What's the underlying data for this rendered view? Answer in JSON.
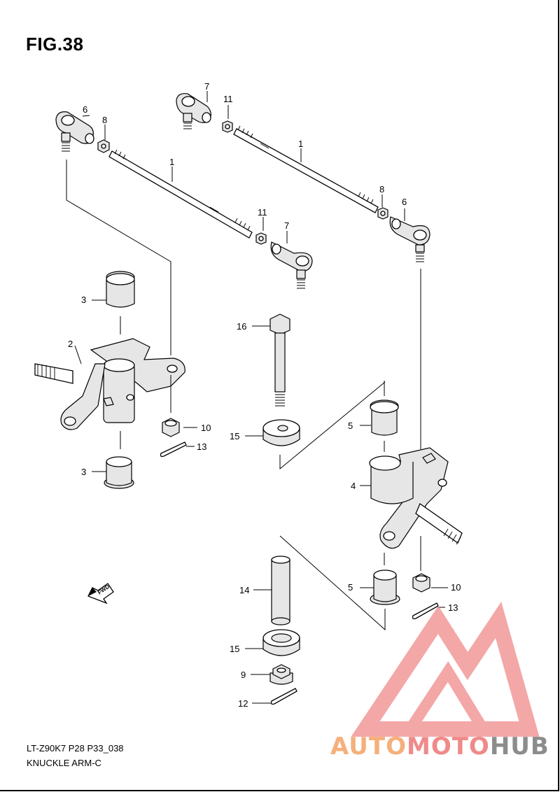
{
  "figure": {
    "title": "FIG.38",
    "footer_code": "LT-Z90K7 P28 P33_038",
    "footer_name": "KNUCKLE ARM-C"
  },
  "callouts": [
    {
      "id": "c1a",
      "label": "1"
    },
    {
      "id": "c1b",
      "label": "1"
    },
    {
      "id": "c2",
      "label": "2"
    },
    {
      "id": "c3a",
      "label": "3"
    },
    {
      "id": "c3b",
      "label": "3"
    },
    {
      "id": "c4",
      "label": "4"
    },
    {
      "id": "c5a",
      "label": "5"
    },
    {
      "id": "c5b",
      "label": "5"
    },
    {
      "id": "c6a",
      "label": "6"
    },
    {
      "id": "c6b",
      "label": "6"
    },
    {
      "id": "c7a",
      "label": "7"
    },
    {
      "id": "c7b",
      "label": "7"
    },
    {
      "id": "c8a",
      "label": "8"
    },
    {
      "id": "c8b",
      "label": "8"
    },
    {
      "id": "c9",
      "label": "9"
    },
    {
      "id": "c10a",
      "label": "10"
    },
    {
      "id": "c10b",
      "label": "10"
    },
    {
      "id": "c11a",
      "label": "11"
    },
    {
      "id": "c11b",
      "label": "11"
    },
    {
      "id": "c12",
      "label": "12"
    },
    {
      "id": "c13a",
      "label": "13"
    },
    {
      "id": "c13b",
      "label": "13"
    },
    {
      "id": "c14",
      "label": "14"
    },
    {
      "id": "c15a",
      "label": "15"
    },
    {
      "id": "c15b",
      "label": "15"
    },
    {
      "id": "c16",
      "label": "16"
    }
  ],
  "fwd_label": "FWD",
  "watermark": {
    "part1": "AUTO",
    "part2": "MOTO",
    "part3": "HUB",
    "color_orange": "#f5b07a",
    "color_red": "#f08a8a",
    "color_gray": "#8c8c8c"
  }
}
